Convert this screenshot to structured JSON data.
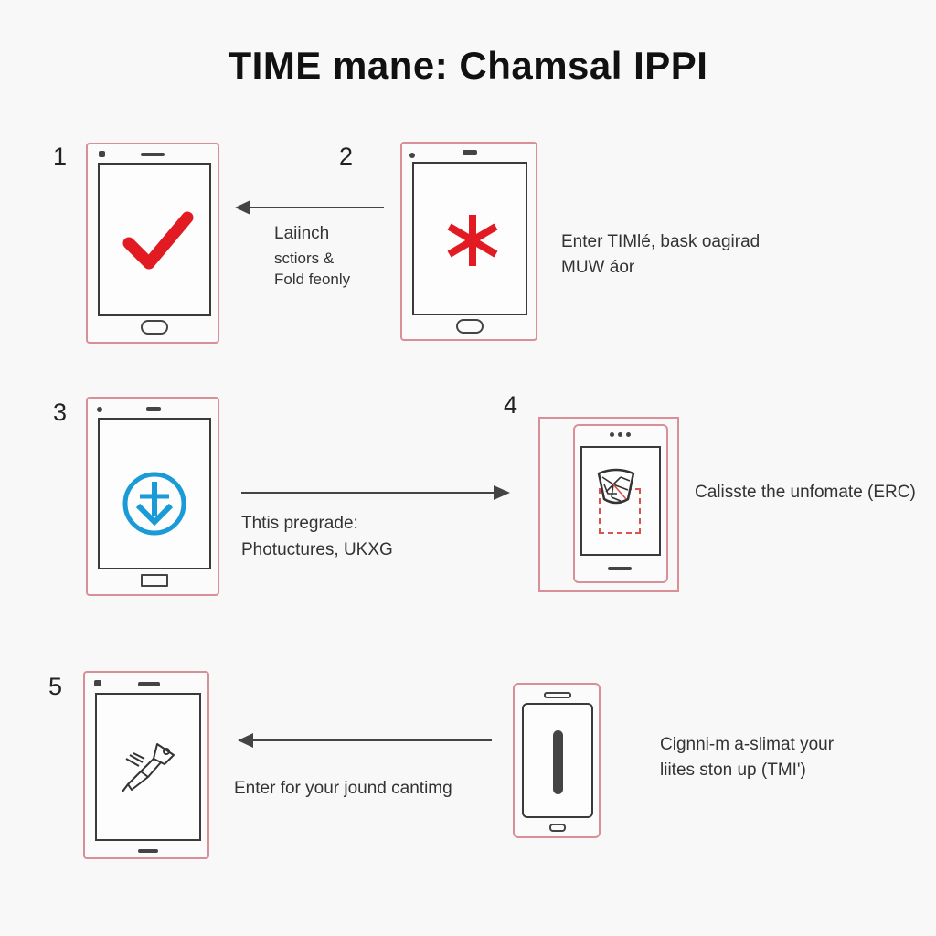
{
  "title": "TIME mane: Chamsal IPPI",
  "steps": {
    "s1": {
      "number": "1",
      "icon": "checkmark-icon",
      "color": "#e21b23"
    },
    "s2": {
      "number": "2",
      "icon": "asterisk-icon",
      "color": "#e21b23",
      "arrow_label_1": "Laiinch",
      "arrow_label_2": "sctiors &",
      "arrow_label_3": "Fold feonly",
      "side_text_1": "Enter TIMlé, bask oagirad",
      "side_text_2": "MUW áor"
    },
    "s3": {
      "number": "3",
      "icon": "download-arrow-icon",
      "color": "#1a9bd7",
      "arrow_label_1": "Thtis pregrade:",
      "arrow_label_2": "Photuctures, UKXG"
    },
    "s4": {
      "number": "4",
      "icon": "cracked-screen-icon",
      "color": "#d9534f",
      "side_text_1": "Calisste the unfomate (ERC)"
    },
    "s5": {
      "number": "5",
      "icon": "tool-icon",
      "arrow_label_1": "Enter for your jound cantimg",
      "side_text_1": "Cignni-m a-slimat your",
      "side_text_2": "liites ston up (TMI')"
    }
  }
}
